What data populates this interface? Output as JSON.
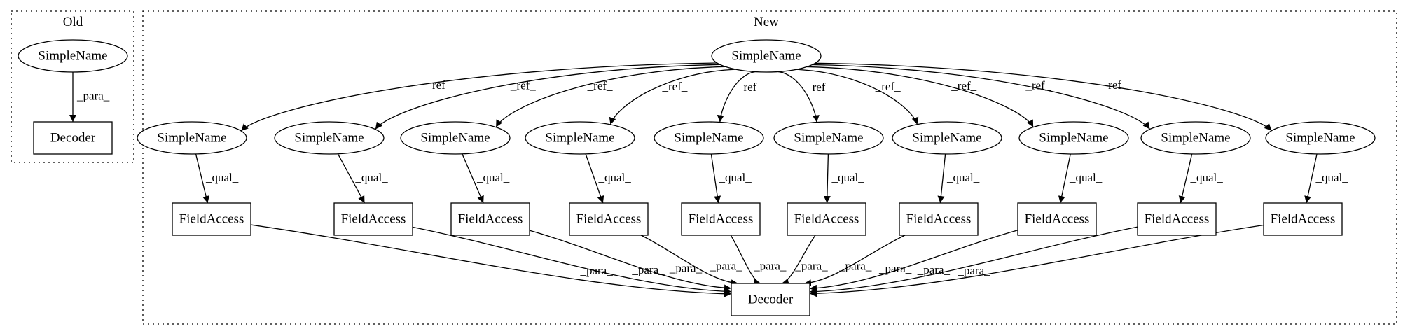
{
  "clusters": [
    {
      "id": "old",
      "title": "Old"
    },
    {
      "id": "new",
      "title": "New"
    }
  ],
  "nodes": [
    {
      "id": "old_sn",
      "label": "SimpleName",
      "shape": "ellipse",
      "cluster": "old"
    },
    {
      "id": "old_dec",
      "label": "Decoder",
      "shape": "box",
      "cluster": "old"
    },
    {
      "id": "new_root",
      "label": "SimpleName",
      "shape": "ellipse",
      "cluster": "new"
    },
    {
      "id": "sn1",
      "label": "SimpleName",
      "shape": "ellipse",
      "cluster": "new"
    },
    {
      "id": "sn2",
      "label": "SimpleName",
      "shape": "ellipse",
      "cluster": "new"
    },
    {
      "id": "sn3",
      "label": "SimpleName",
      "shape": "ellipse",
      "cluster": "new"
    },
    {
      "id": "sn4",
      "label": "SimpleName",
      "shape": "ellipse",
      "cluster": "new"
    },
    {
      "id": "sn5",
      "label": "SimpleName",
      "shape": "ellipse",
      "cluster": "new"
    },
    {
      "id": "sn6",
      "label": "SimpleName",
      "shape": "ellipse",
      "cluster": "new"
    },
    {
      "id": "sn7",
      "label": "SimpleName",
      "shape": "ellipse",
      "cluster": "new"
    },
    {
      "id": "sn8",
      "label": "SimpleName",
      "shape": "ellipse",
      "cluster": "new"
    },
    {
      "id": "sn9",
      "label": "SimpleName",
      "shape": "ellipse",
      "cluster": "new"
    },
    {
      "id": "sn10",
      "label": "SimpleName",
      "shape": "ellipse",
      "cluster": "new"
    },
    {
      "id": "fa1",
      "label": "FieldAccess",
      "shape": "box",
      "cluster": "new"
    },
    {
      "id": "fa2",
      "label": "FieldAccess",
      "shape": "box",
      "cluster": "new"
    },
    {
      "id": "fa3",
      "label": "FieldAccess",
      "shape": "box",
      "cluster": "new"
    },
    {
      "id": "fa4",
      "label": "FieldAccess",
      "shape": "box",
      "cluster": "new"
    },
    {
      "id": "fa5",
      "label": "FieldAccess",
      "shape": "box",
      "cluster": "new"
    },
    {
      "id": "fa6",
      "label": "FieldAccess",
      "shape": "box",
      "cluster": "new"
    },
    {
      "id": "fa7",
      "label": "FieldAccess",
      "shape": "box",
      "cluster": "new"
    },
    {
      "id": "fa8",
      "label": "FieldAccess",
      "shape": "box",
      "cluster": "new"
    },
    {
      "id": "fa9",
      "label": "FieldAccess",
      "shape": "box",
      "cluster": "new"
    },
    {
      "id": "fa10",
      "label": "FieldAccess",
      "shape": "box",
      "cluster": "new"
    },
    {
      "id": "new_dec",
      "label": "Decoder",
      "shape": "box",
      "cluster": "new"
    }
  ],
  "edges": [
    {
      "from": "old_sn",
      "to": "old_dec",
      "label": "_para_"
    },
    {
      "from": "new_root",
      "to": "sn1",
      "label": "_ref_"
    },
    {
      "from": "new_root",
      "to": "sn2",
      "label": "_ref_"
    },
    {
      "from": "new_root",
      "to": "sn3",
      "label": "_ref_"
    },
    {
      "from": "new_root",
      "to": "sn4",
      "label": "_ref_"
    },
    {
      "from": "new_root",
      "to": "sn5",
      "label": "_ref_"
    },
    {
      "from": "new_root",
      "to": "sn6",
      "label": "_ref_"
    },
    {
      "from": "new_root",
      "to": "sn7",
      "label": "_ref_"
    },
    {
      "from": "new_root",
      "to": "sn8",
      "label": "_ref_"
    },
    {
      "from": "new_root",
      "to": "sn9",
      "label": "_ref_"
    },
    {
      "from": "new_root",
      "to": "sn10",
      "label": "_ref_"
    },
    {
      "from": "sn1",
      "to": "fa1",
      "label": "_qual_"
    },
    {
      "from": "sn2",
      "to": "fa2",
      "label": "_qual_"
    },
    {
      "from": "sn3",
      "to": "fa3",
      "label": "_qual_"
    },
    {
      "from": "sn4",
      "to": "fa4",
      "label": "_qual_"
    },
    {
      "from": "sn5",
      "to": "fa5",
      "label": "_qual_"
    },
    {
      "from": "sn6",
      "to": "fa6",
      "label": "_qual_"
    },
    {
      "from": "sn7",
      "to": "fa7",
      "label": "_qual_"
    },
    {
      "from": "sn8",
      "to": "fa8",
      "label": "_qual_"
    },
    {
      "from": "sn9",
      "to": "fa9",
      "label": "_qual_"
    },
    {
      "from": "sn10",
      "to": "fa10",
      "label": "_qual_"
    },
    {
      "from": "fa1",
      "to": "new_dec",
      "label": "_para_"
    },
    {
      "from": "fa2",
      "to": "new_dec",
      "label": "_para_"
    },
    {
      "from": "fa3",
      "to": "new_dec",
      "label": "_para_"
    },
    {
      "from": "fa4",
      "to": "new_dec",
      "label": "_para_"
    },
    {
      "from": "fa5",
      "to": "new_dec",
      "label": "_para_"
    },
    {
      "from": "fa6",
      "to": "new_dec",
      "label": "_para_"
    },
    {
      "from": "fa7",
      "to": "new_dec",
      "label": "_para_"
    },
    {
      "from": "fa8",
      "to": "new_dec",
      "label": "_para_"
    },
    {
      "from": "fa9",
      "to": "new_dec",
      "label": "_para_"
    },
    {
      "from": "fa10",
      "to": "new_dec",
      "label": "_para_"
    }
  ]
}
